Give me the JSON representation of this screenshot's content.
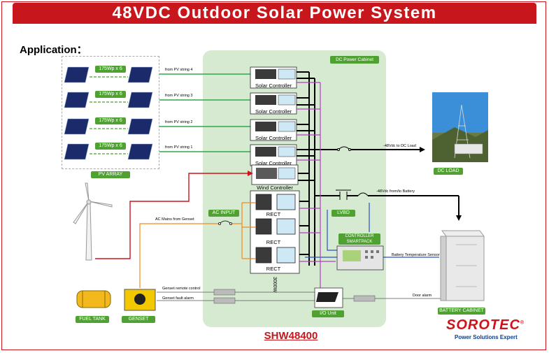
{
  "title": "48VDC Outdoor Solar Power System",
  "application_label": "Application：",
  "pv": {
    "array_label": "PV  ARRAY",
    "module_label": "175Wp x 6",
    "strings": [
      "from PV string 4",
      "from PV string 3",
      "from PV string 2",
      "from PV string 1"
    ]
  },
  "cabinet": {
    "title": "DC Power Cabinet",
    "solar_controller_label": "Solar Controller",
    "wind_controller_label": "Wind Controller",
    "rect_label": "RECT",
    "rect_rating": "3000W",
    "ac_input_label": "AC INPUT",
    "lvbd_label": "LVBD",
    "controller_label": "CONTROLLER SMARTPACK",
    "io_label": "I/O Unit"
  },
  "annotations": {
    "dc_load_feed": "-48Vdc to DC Load",
    "battery_feed": "-48Vdc from/to Battery",
    "ac_mains": "AC Mains from Genset",
    "genset_remote": "Genset remote control",
    "genset_fault": "Genset fault alarm",
    "battery_temp": "Battery Temperature Sensor",
    "door_alarm": "Door alarm"
  },
  "equipment": {
    "dc_load": "DC LOAD",
    "battery_cabinet": "BATTERY CABINET",
    "fuel_tank": "FUEL TANK",
    "genset": "GENSET"
  },
  "model": "SHW48400",
  "brand": {
    "name": "SOROTEC",
    "reg": "®",
    "tagline": "Power Solutions Expert"
  },
  "colors": {
    "accent": "#c8161d",
    "green": "#4fa232",
    "cabinet": "#d6ead1",
    "wind_line": "#d0121b",
    "ac_line": "#f08a1c",
    "controller_line": "#2b4fc7",
    "signal_line": "#b23fc4"
  }
}
